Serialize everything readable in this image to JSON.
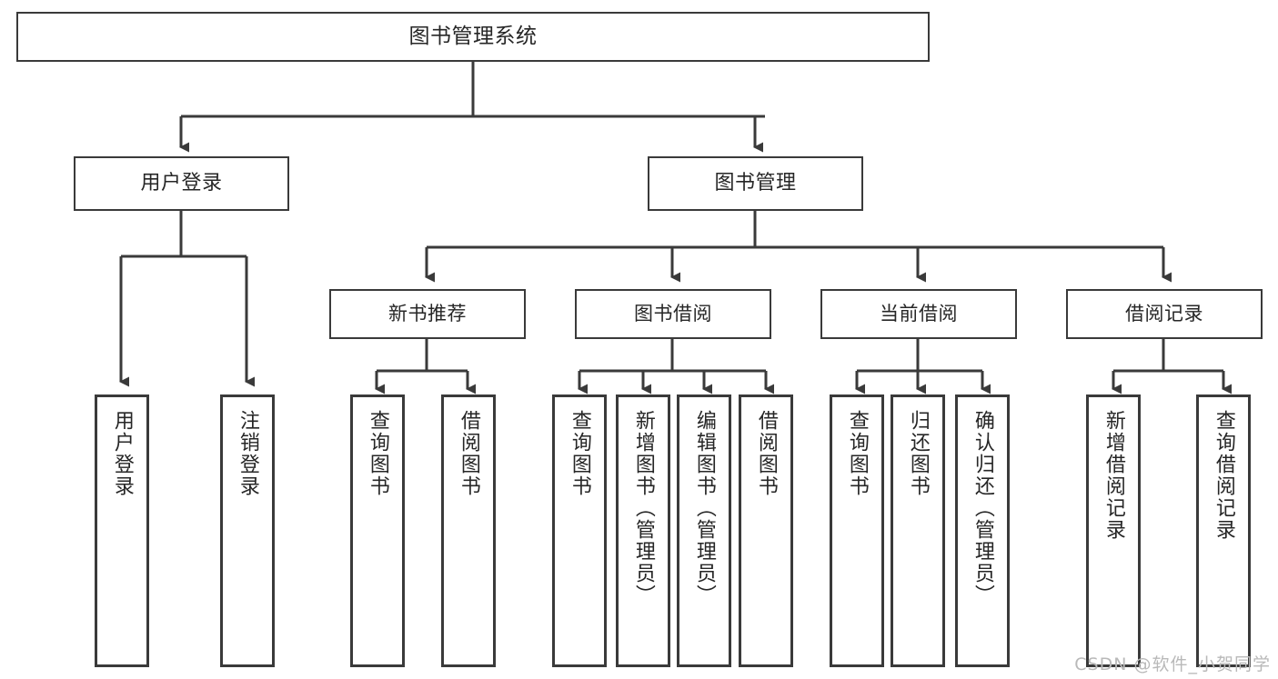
{
  "diagram": {
    "title": "图书管理系统",
    "watermark": "CSDN @软件_小贺同学",
    "colors": {
      "background": "#ffffff",
      "border": "#3a3a3a",
      "text": "#262626",
      "edge": "#3a3a3a",
      "watermark": "#b9b9b9"
    },
    "root": {
      "label": "图书管理系统"
    },
    "level1": [
      {
        "label": "用户登录"
      },
      {
        "label": "图书管理"
      }
    ],
    "level2": [
      {
        "label": "新书推荐"
      },
      {
        "label": "图书借阅"
      },
      {
        "label": "当前借阅"
      },
      {
        "label": "借阅记录"
      }
    ],
    "leaves": {
      "user_login": [
        {
          "label": "用户登录"
        },
        {
          "label": "注销登录"
        }
      ],
      "new_book_recommend": [
        {
          "label": "查询图书"
        },
        {
          "label": "借阅图书"
        }
      ],
      "book_borrow": [
        {
          "label": "查询图书"
        },
        {
          "label": "新增图书（管理员）"
        },
        {
          "label": "编辑图书（管理员）"
        },
        {
          "label": "借阅图书"
        }
      ],
      "current_borrow": [
        {
          "label": "查询图书"
        },
        {
          "label": "归还图书"
        },
        {
          "label": "确认归还（管理员）"
        }
      ],
      "borrow_record": [
        {
          "label": "新增借阅记录"
        },
        {
          "label": "查询借阅记录"
        }
      ]
    }
  }
}
